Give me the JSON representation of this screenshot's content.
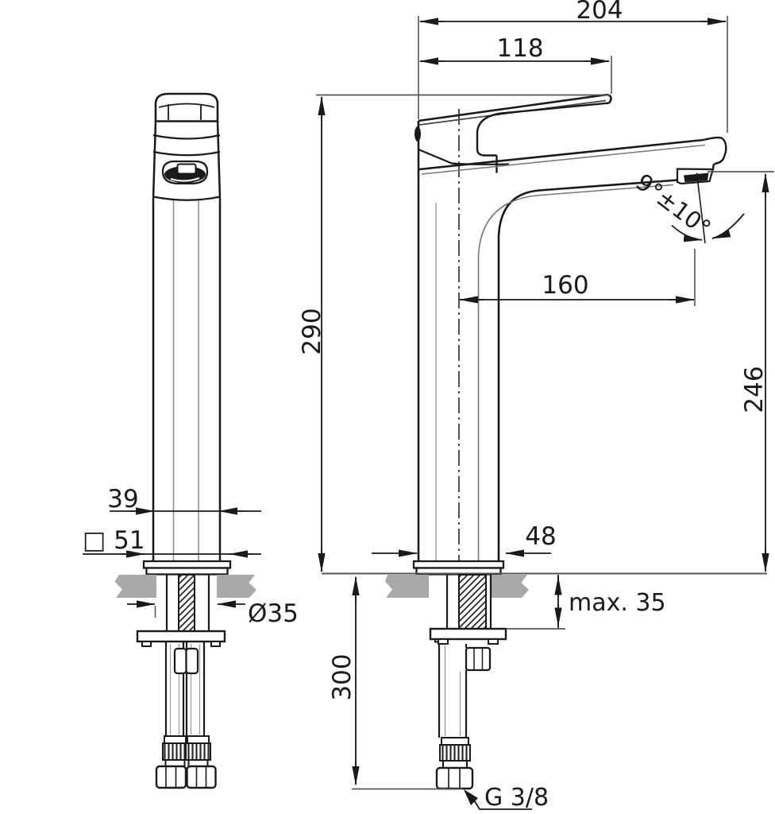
{
  "drawing": {
    "front_view": {
      "body_width": "39",
      "base_square": "□ 51",
      "hole_diameter": "Ø35"
    },
    "side_view": {
      "overall_depth": "204",
      "handle_depth": "118",
      "total_height": "290",
      "spout_reach": "160",
      "outlet_height": "246",
      "spout_angle": "9°±10°",
      "body_depth": "48",
      "max_deck_thickness": "max. 35",
      "hose_length": "300",
      "thread_size": "G 3/8"
    }
  },
  "colors": {
    "line": "#1a1a1a",
    "secondary_line": "#555555",
    "counter_fill": "#a9a9a9",
    "background": "#ffffff"
  }
}
